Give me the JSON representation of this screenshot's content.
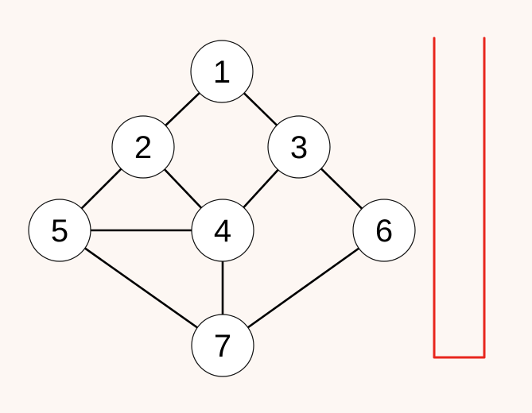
{
  "graph": {
    "nodes": [
      {
        "id": "1",
        "label": "1"
      },
      {
        "id": "2",
        "label": "2"
      },
      {
        "id": "3",
        "label": "3"
      },
      {
        "id": "4",
        "label": "4"
      },
      {
        "id": "5",
        "label": "5"
      },
      {
        "id": "6",
        "label": "6"
      },
      {
        "id": "7",
        "label": "7"
      }
    ],
    "edges": [
      [
        "1",
        "2"
      ],
      [
        "1",
        "3"
      ],
      [
        "2",
        "5"
      ],
      [
        "2",
        "4"
      ],
      [
        "3",
        "4"
      ],
      [
        "3",
        "6"
      ],
      [
        "5",
        "4"
      ],
      [
        "5",
        "7"
      ],
      [
        "4",
        "7"
      ],
      [
        "6",
        "7"
      ]
    ]
  },
  "container": {
    "shape": "open-top-rectangle",
    "color": "#e8261d",
    "contents": []
  },
  "colors": {
    "background": "#fdf7f3",
    "node_fill": "#ffffff",
    "node_stroke": "#111111",
    "edge": "#000000",
    "label": "#000000"
  }
}
